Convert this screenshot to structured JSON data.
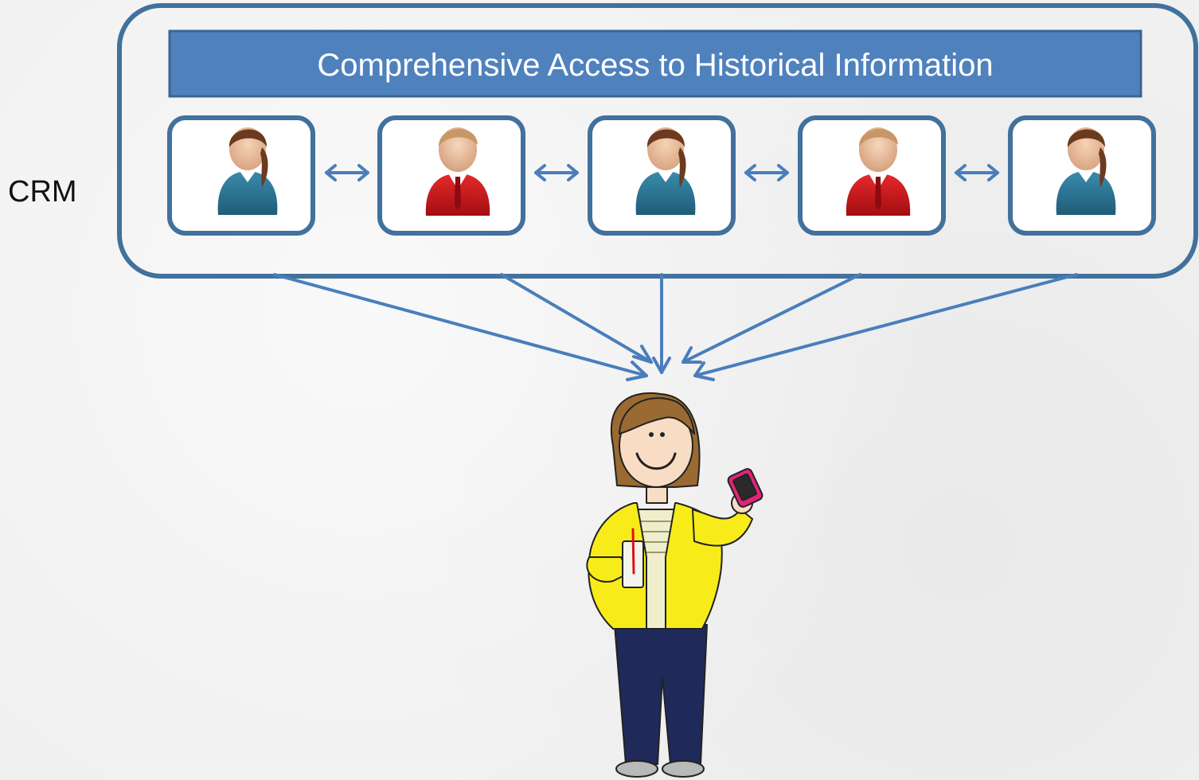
{
  "side_label": "CRM",
  "banner": {
    "title": "Comprehensive Access to Historical Information"
  },
  "agents": [
    {
      "role": "female-agent",
      "shirt_color": "#2a6f8f"
    },
    {
      "role": "male-agent",
      "shirt_color": "#c0141b"
    },
    {
      "role": "female-agent",
      "shirt_color": "#2a6f8f"
    },
    {
      "role": "male-agent",
      "shirt_color": "#c0141b"
    },
    {
      "role": "female-agent",
      "shirt_color": "#2a6f8f"
    }
  ],
  "connectors": [
    "bidirectional-arrow",
    "bidirectional-arrow",
    "bidirectional-arrow",
    "bidirectional-arrow"
  ],
  "customer": {
    "role": "customer-with-phone",
    "cardigan_color": "#f7ec1a",
    "jeans_color": "#1f2a5a",
    "phone_color": "#e0237a"
  },
  "colors": {
    "frame": "#41719c",
    "banner_fill": "#4f81bd",
    "arrow": "#4a7ebb",
    "background": "#f0f0f0"
  }
}
